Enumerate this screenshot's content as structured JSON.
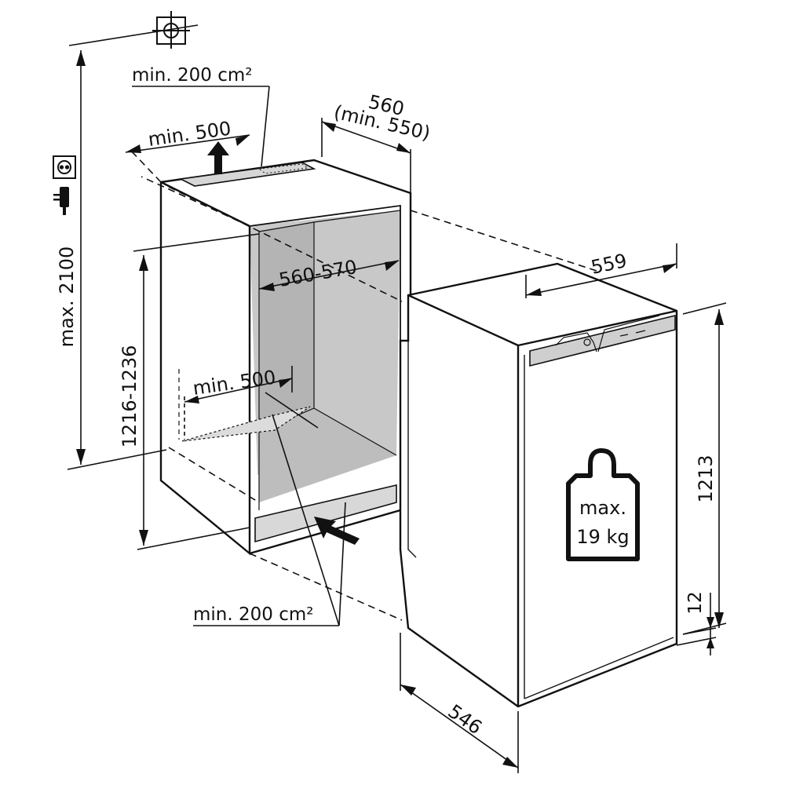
{
  "labels": {
    "vent_top_area": "min. 200 cm²",
    "vent_top_depth": "min. 500",
    "niche_width_line1": "560",
    "niche_width_line2": "(min. 550)",
    "niche_height_max": "max. 2100",
    "niche_inner_width": "560-570",
    "niche_height_range": "1216-1236",
    "vent_bottom_depth": "min. 500",
    "vent_bottom_area": "min. 200 cm²",
    "appliance_width": "559",
    "appliance_height": "1213",
    "appliance_plinth": "12",
    "appliance_depth": "546",
    "weight_line1": "max.",
    "weight_line2": "19 kg"
  },
  "icons": {
    "socket": "power-socket-icon",
    "plug": "power-plug-icon",
    "plumb": "plumb-target-icon",
    "weight": "weight-icon",
    "arrow_up": "arrow-up-icon",
    "arrow_in": "arrow-in-icon"
  },
  "colors": {
    "line": "#111111",
    "interior": "#c8c8c8",
    "interior_dark": "#b2b2b2",
    "panel": "#cfcfcf"
  }
}
